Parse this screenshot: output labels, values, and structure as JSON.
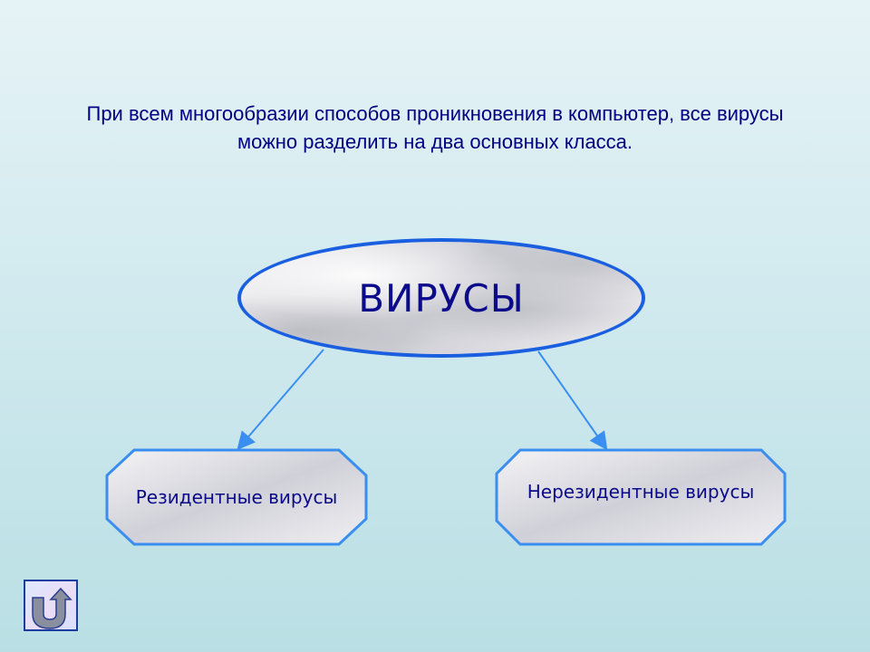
{
  "intro_text": "При всем многообразии способов проникновения в компьютер, все вирусы можно разделить на два основных класса.",
  "root": {
    "label": "ВИРУСЫ"
  },
  "children": [
    {
      "label": "Резидентные вирусы"
    },
    {
      "label": "Нерезидентные вирусы"
    }
  ],
  "colors": {
    "border": "#1a5fe0",
    "arrow": "#3a8ef0",
    "text": "#000080"
  },
  "nav": {
    "icon": "return-arrow-icon"
  }
}
